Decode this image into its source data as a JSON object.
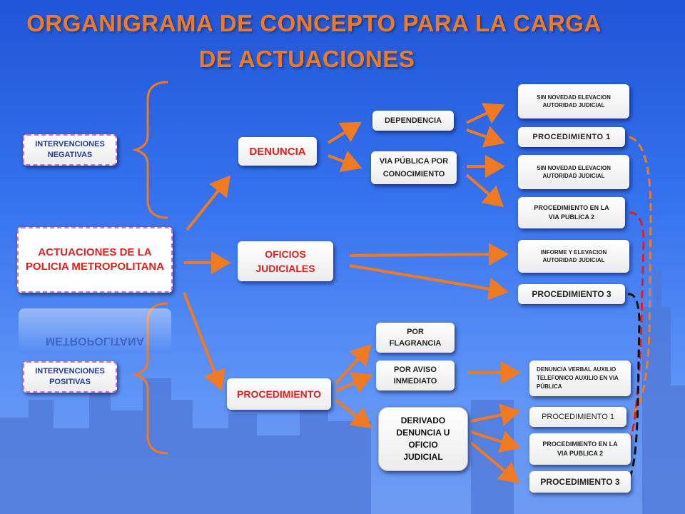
{
  "title": {
    "line1": "ORGANIGRAMA DE CONCEPTO PARA LA CARGA",
    "line2": "DE ACTUACIONES"
  },
  "root": {
    "label": "ACTUACIONES DE LA POLICIA METROPOLITANA",
    "reflection_label": "METROPOLITANA"
  },
  "left": {
    "negativas": "INTERVENCIONES NEGATIVAS",
    "positivas": "INTERVENCIONES POSITIVAS"
  },
  "mid": {
    "denuncia": "DENUNCIA",
    "oficios": "OFICIOS JUDICIALES",
    "procedimiento": "PROCEDIMIENTO"
  },
  "sub": {
    "dependencia": "DEPENDENCIA",
    "via_publica": "VIA PÚBLICA POR CONOCIMIENTO",
    "flagrancia": "POR FLAGRANCIA",
    "aviso": "POR AVISO INMEDIATO",
    "derivado": "DERIVADO DENUNCIA U OFICIO JUDICIAL"
  },
  "right": {
    "r1": "SIN NOVEDAD ELEVACION AUTORIDAD JUDICIAL",
    "r2": "PROCEDIMIENTO 1",
    "r3": "SIN NOVEDAD ELEVACION AUTORIDAD JUDICIAL",
    "r4": "PROCEDIMIENTO EN LA VIA PUBLICA 2",
    "r5": "INFORME Y ELEVACION AUTORIDAD JUDICIAL",
    "r6": "PROCEDIMIENTO 3",
    "r7": "DENUNCIA VERBAL AUXILIO TELEFONICO AUXILIO EN VIA PÚBLICA",
    "r8": "PROCEDIMIENTO 1",
    "r9": "PROCEDIMIENTO EN LA VIA PUBLICA 2",
    "r10": "PROCEDIMIENTO 3"
  },
  "colors": {
    "arrow": "#f07a22",
    "title": "#f07a22",
    "dash_orange": "#f07a22",
    "dash_red": "#e0201e",
    "dash_black": "#111111"
  }
}
